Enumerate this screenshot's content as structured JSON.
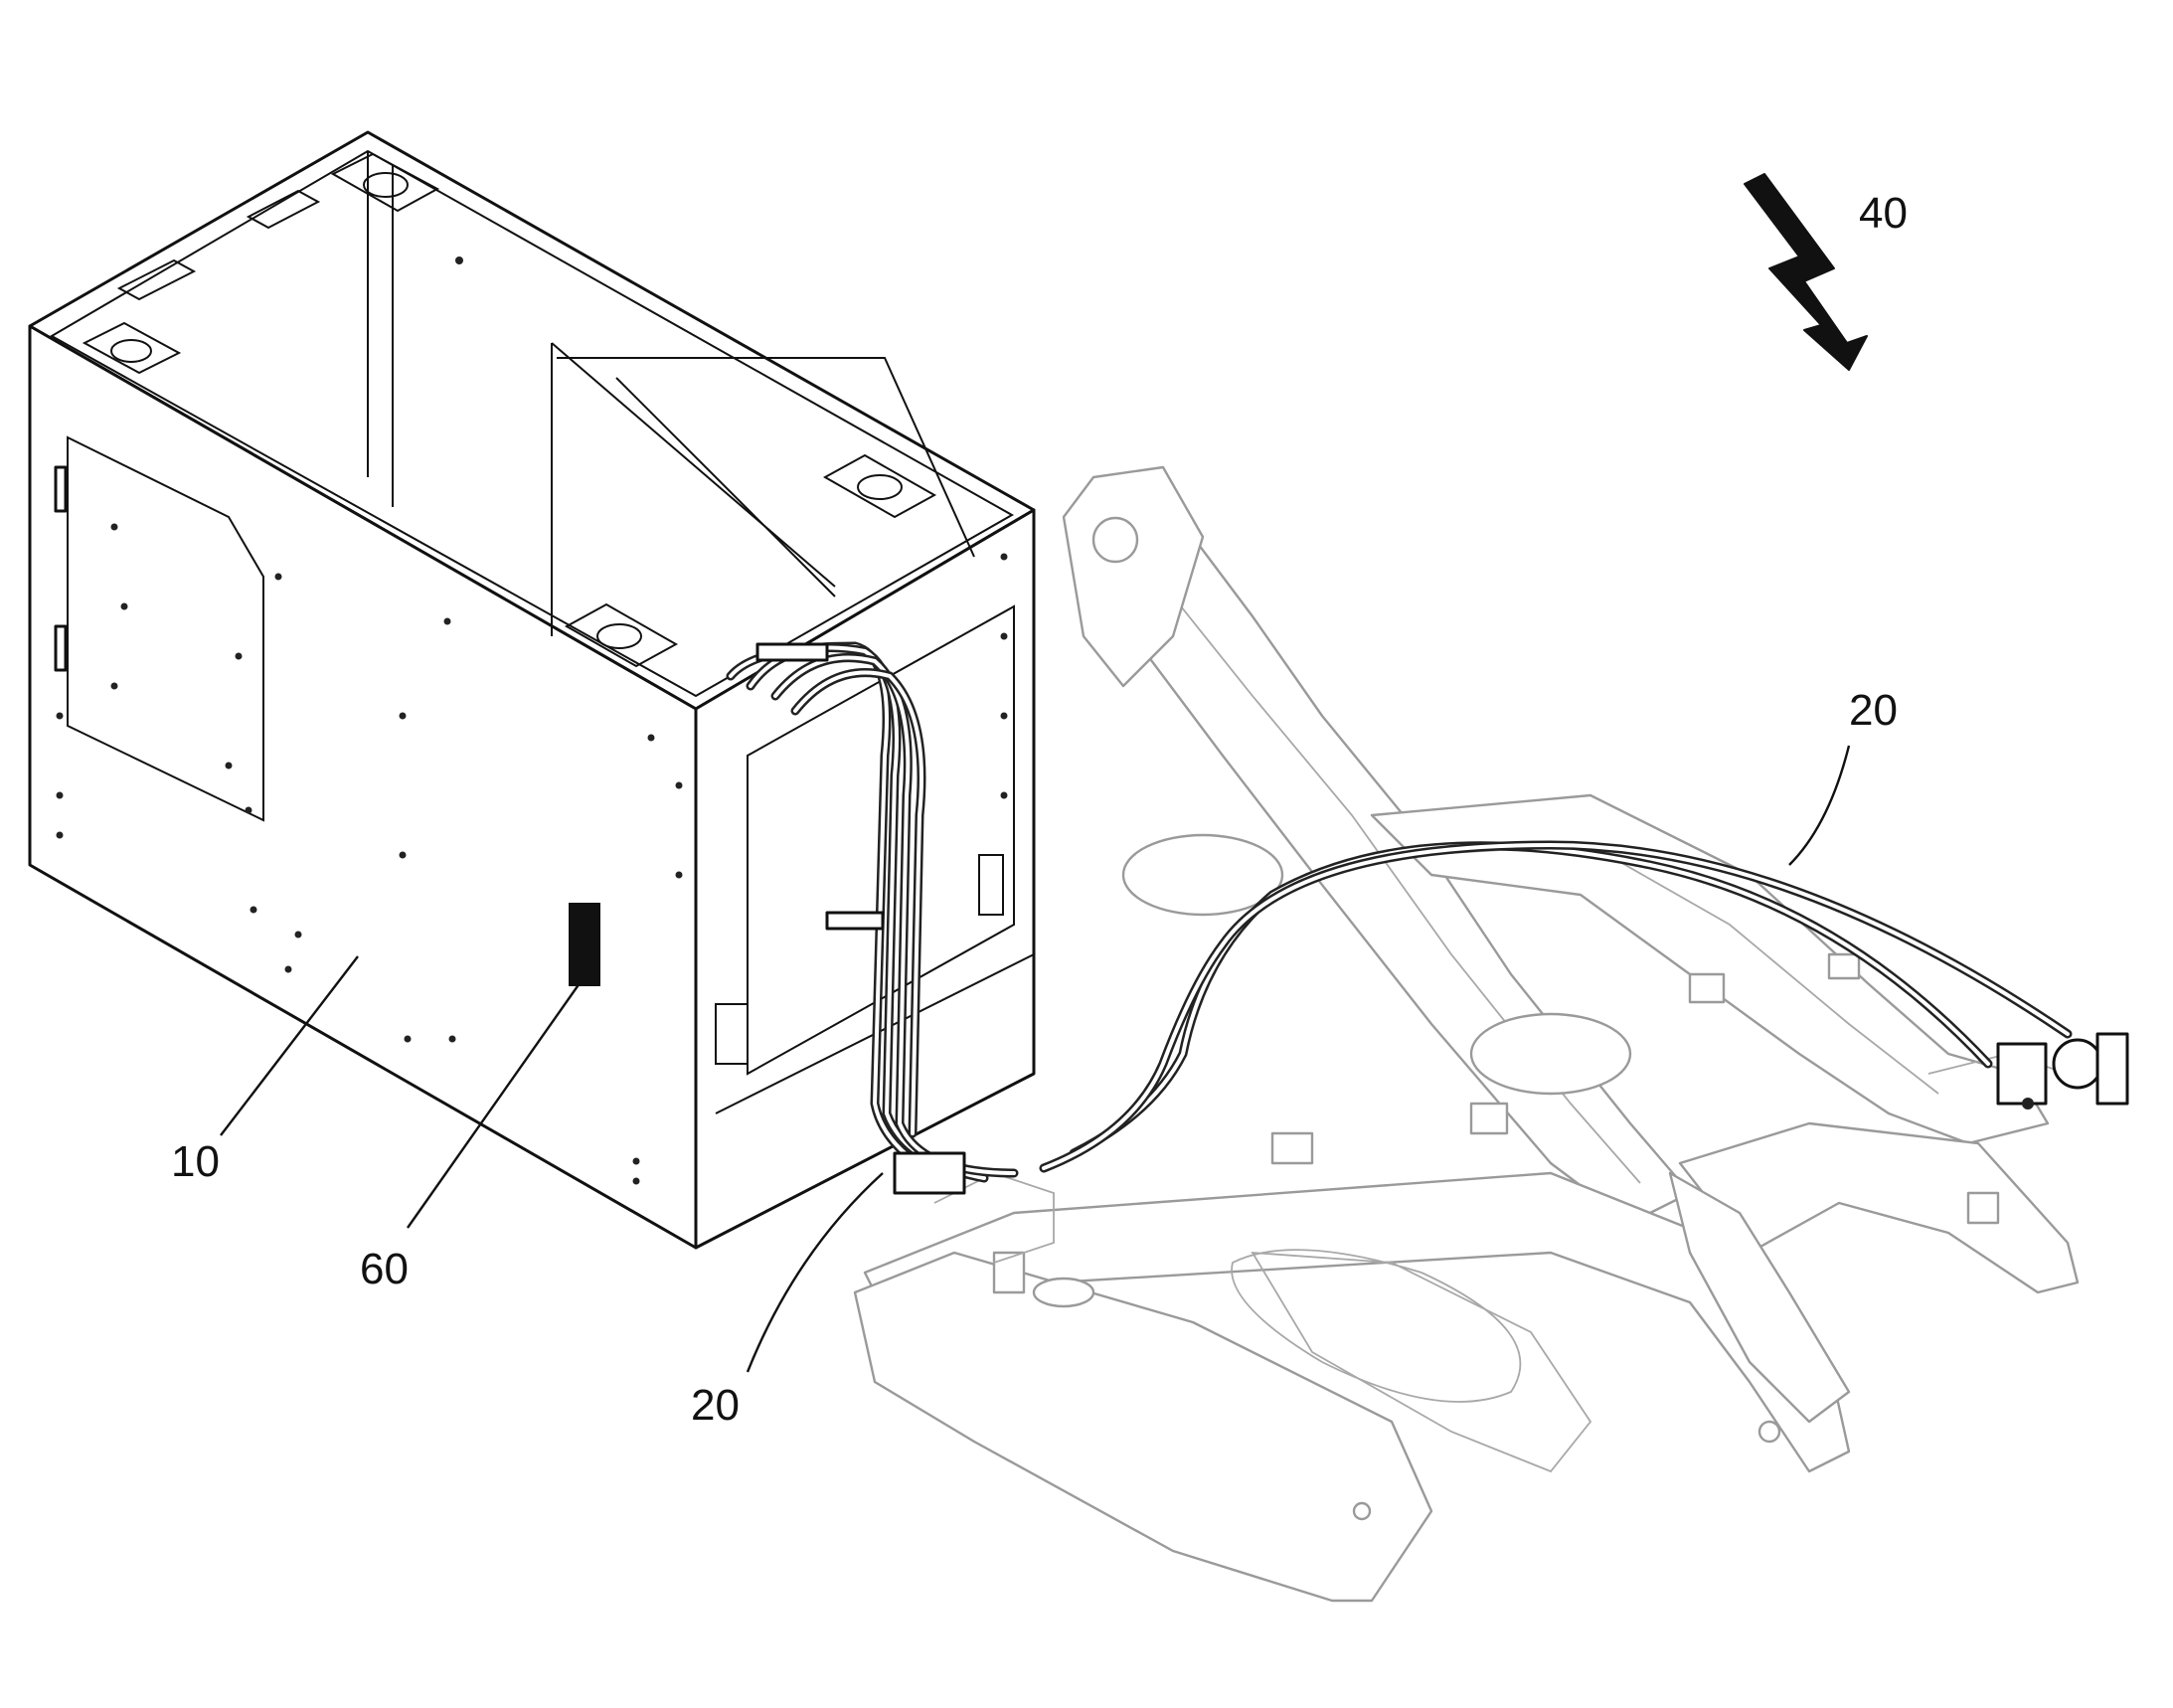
{
  "labels": {
    "battery_box": "10",
    "cable_lower": "20",
    "cable_upper": "20",
    "arrow_symbol": "40",
    "marking": "60"
  },
  "colors": {
    "line": "#111111",
    "frame_gray": "#9a9a9a",
    "background": "#ffffff"
  },
  "icons": {
    "lightning": "lightning-bolt-arrow-icon"
  }
}
